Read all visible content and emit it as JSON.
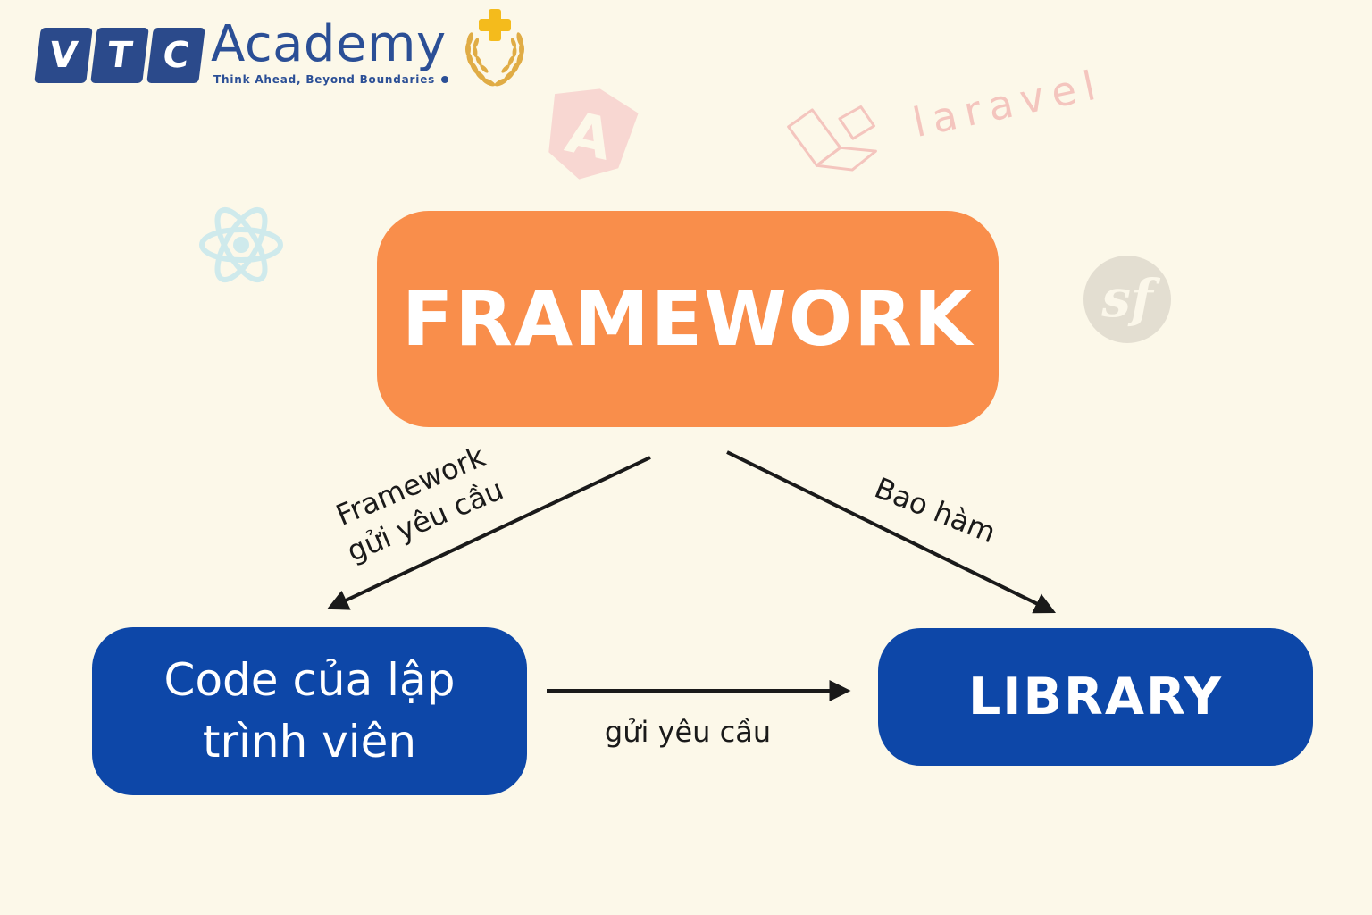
{
  "page": {
    "background_color": "#FCF8E9"
  },
  "logo": {
    "letters": [
      "V",
      "T",
      "C"
    ],
    "academy": "Academy",
    "tagline": "Think Ahead, Beyond Boundaries",
    "colors": {
      "navy": "#2B4A8B",
      "text_blue": "#2B4F96",
      "gold": "#E9B13C",
      "plus_gold": "#F4BB1C"
    }
  },
  "watermarks": {
    "angular_letter": "A",
    "laravel_text": "laravel",
    "symfony_text": "sf",
    "colors": {
      "pink": "#F6CFC9",
      "cyan": "#CFEAEC",
      "gray": "#E3DED1"
    }
  },
  "diagram": {
    "nodes": {
      "framework": {
        "label": "FRAMEWORK",
        "color": "#F98E4B",
        "text_color": "#FFFFFF"
      },
      "code": {
        "label": "Code của lập trình viên",
        "color": "#0D47A8",
        "text_color": "#FFFFFF"
      },
      "library": {
        "label": "LIBRARY",
        "color": "#0D47A8",
        "text_color": "#FFFFFF"
      }
    },
    "edges": [
      {
        "from": "framework",
        "to": "code",
        "label_lines": [
          "Framework",
          "gửi yêu cầu"
        ]
      },
      {
        "from": "framework",
        "to": "library",
        "label": "Bao hàm"
      },
      {
        "from": "code",
        "to": "library",
        "label": "gửi yêu cầu"
      }
    ],
    "arrow_color": "#1A1A1A"
  }
}
